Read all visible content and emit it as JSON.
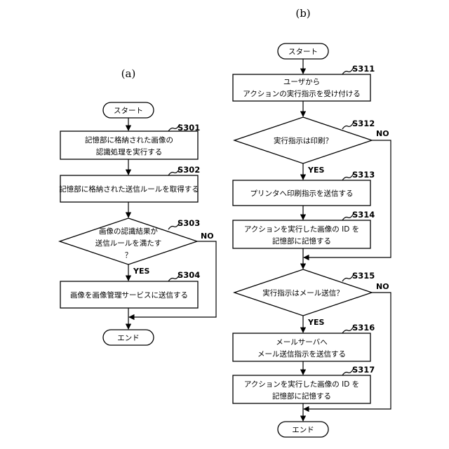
{
  "panel_a": {
    "label": "(a)",
    "start": "スタート",
    "s301": {
      "step": "S301",
      "line1": "記憶部に格納された画像の",
      "line2": "認識処理を実行する"
    },
    "s302": {
      "step": "S302",
      "line1": "記憶部に格納された送信ルールを取得する"
    },
    "s303": {
      "step": "S303",
      "line1": "画像の認識結果が",
      "line2": "送信ルールを満たす",
      "line3": "？"
    },
    "yes": "YES",
    "no": "NO",
    "s304": {
      "step": "S304",
      "line1": "画像を画像管理サービスに送信する"
    },
    "end": "エンド"
  },
  "panel_b": {
    "label": "(b)",
    "start": "スタート",
    "s311": {
      "step": "S311",
      "line1": "ユーザから",
      "line2": "アクションの実行指示を受け付ける"
    },
    "s312": {
      "step": "S312",
      "line1": "実行指示は印刷？"
    },
    "yes1": "YES",
    "no1": "NO",
    "s313": {
      "step": "S313",
      "line1": "プリンタへ印刷指示を送信する"
    },
    "s314": {
      "step": "S314",
      "line1": "アクションを実行した画像の ID を",
      "line2": "記憶部に記憶する"
    },
    "s315": {
      "step": "S315",
      "line1": "実行指示はメール送信？"
    },
    "yes2": "YES",
    "no2": "NO",
    "s316": {
      "step": "S316",
      "line1": "メールサーバへ",
      "line2": "メール送信指示を送信する"
    },
    "s317": {
      "step": "S317",
      "line1": "アクションを実行した画像の ID を",
      "line2": "記憶部に記憶する"
    },
    "end": "エンド"
  }
}
